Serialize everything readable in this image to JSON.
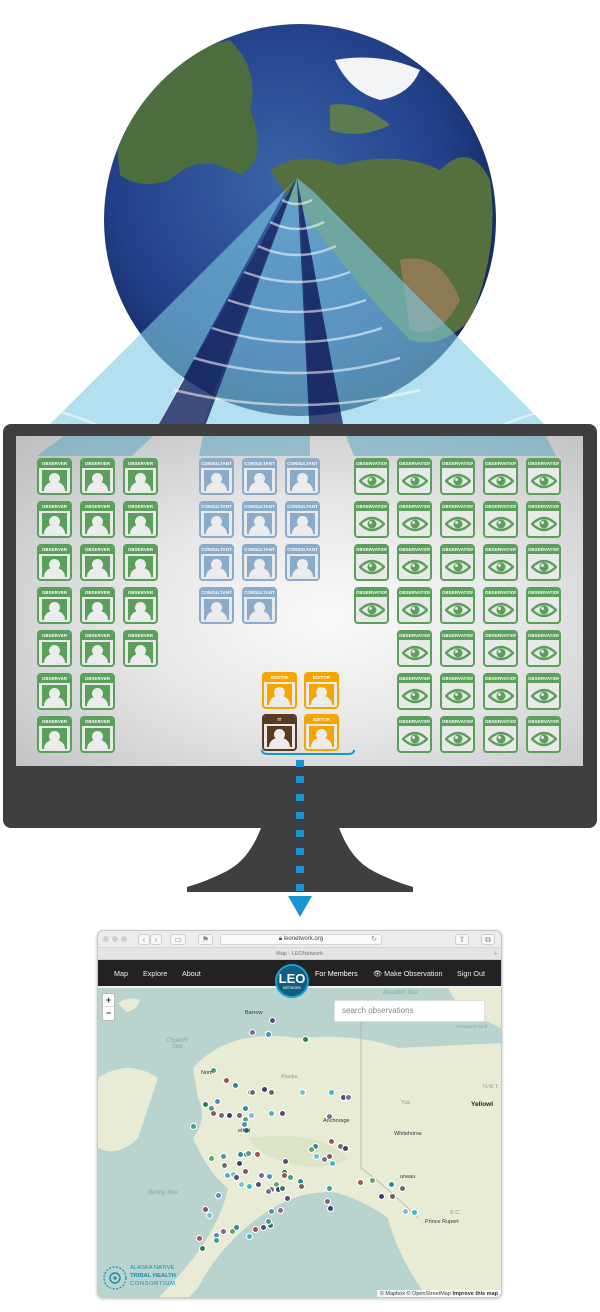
{
  "colors": {
    "observer": "#5aa05b",
    "consultant": "#8aabc9",
    "observation": "#5aa05b",
    "editor": "#f5a500",
    "it": "#5a3a1e",
    "beam": "#7fcbe3",
    "arrow": "#1b95cf",
    "monitor": "#3f3f42"
  },
  "globe": {
    "icon": "earth-globe-icon"
  },
  "screen": {
    "observers": {
      "label": "OBSERVER",
      "rows": [
        3,
        3,
        3,
        3,
        3,
        2,
        2
      ]
    },
    "consultants": {
      "label": "CONSULTANT",
      "rows": [
        3,
        3,
        3,
        2
      ]
    },
    "observations": {
      "label": "OBSERVATION",
      "rows": [
        5,
        5,
        5,
        5,
        4,
        4,
        4
      ]
    },
    "editors": [
      {
        "label": "EDITOR",
        "role": "editor"
      },
      {
        "label": "EDITOR",
        "role": "editor"
      },
      {
        "label": "IT",
        "role": "it"
      },
      {
        "label": "EDITOR",
        "role": "editor"
      }
    ]
  },
  "browser": {
    "url": "leonetwork.org",
    "tab_title": "Map - LEONetwork",
    "nav": {
      "left": [
        "Map",
        "Explore",
        "About"
      ],
      "logo_main": "LEO",
      "logo_sub": "NETWORK",
      "for_members": "For Members",
      "make_observation": "Make Observation",
      "sign_out": "Sign Out"
    },
    "map": {
      "zoom_in": "+",
      "zoom_out": "−",
      "search_placeholder": "search observations",
      "places": [
        "Barrow",
        "Nom",
        "Alaska",
        "ethel",
        "Anchorage",
        "Whitehorse",
        "uneau",
        "Prince Rupert",
        "Yellowl",
        "Yuk",
        "N.W.T.",
        "B.C."
      ],
      "seas": [
        "Chukchi Sea",
        "Bering Sea",
        "Beaufort Sea",
        "Amundsen Gulf"
      ],
      "attribution": "© Mapbox © OpenStreetMap",
      "improve": "Improve this map",
      "partner_logo": [
        "ALASKA NATIVE",
        "TRIBAL HEALTH",
        "CONSORTIUM"
      ],
      "marker_palette": [
        "#5b4a7a",
        "#4e8fc2",
        "#4a9a8d",
        "#2a8a9a",
        "#6d6e70",
        "#7b5f57",
        "#3fb7c9",
        "#7e6b91",
        "#2f7c5b",
        "#9d5556",
        "#5aa86a",
        "#3a3f6e",
        "#6fc2d8"
      ]
    }
  }
}
